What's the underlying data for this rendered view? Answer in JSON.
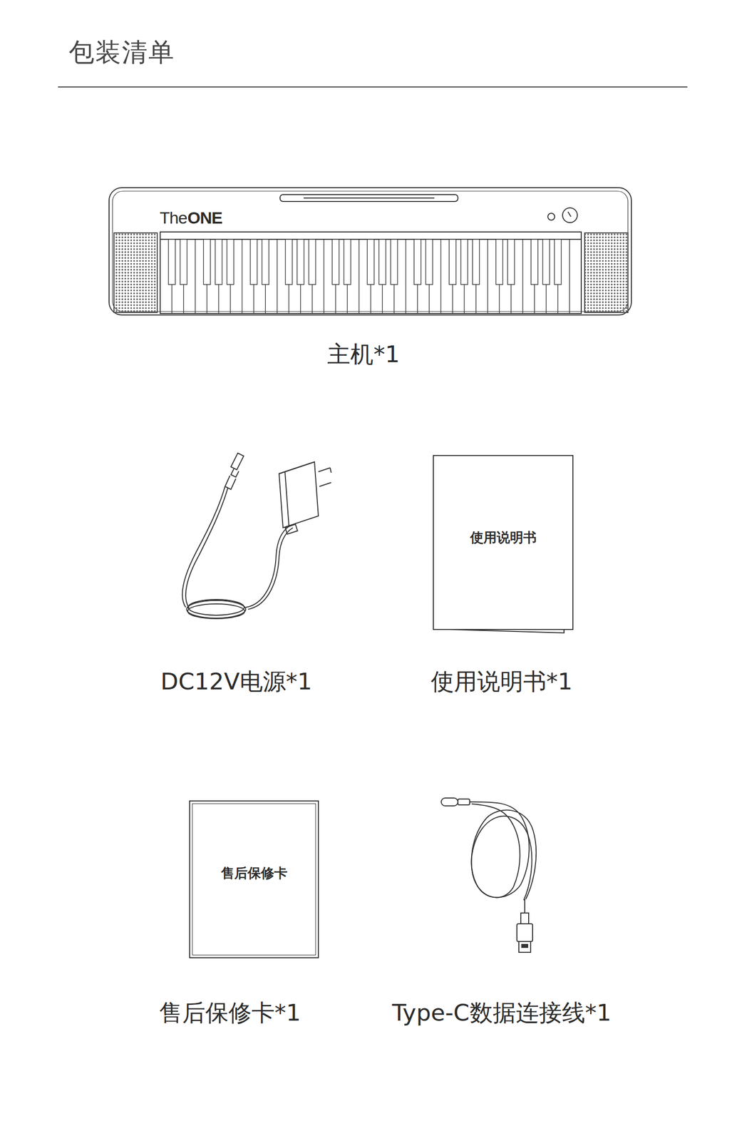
{
  "diagram": {
    "title": "包装清单",
    "nodes": [
      {
        "text": [
          "使用说明书"
        ]
      },
      {
        "text": [
          "售后保修卡"
        ]
      }
    ],
    "labels": [
      "The",
      "ONE",
      "主机*1",
      "DC12V电源*1",
      "使用说明书*1",
      "售后保修卡*1",
      "Type-C数据连接线*1"
    ]
  }
}
